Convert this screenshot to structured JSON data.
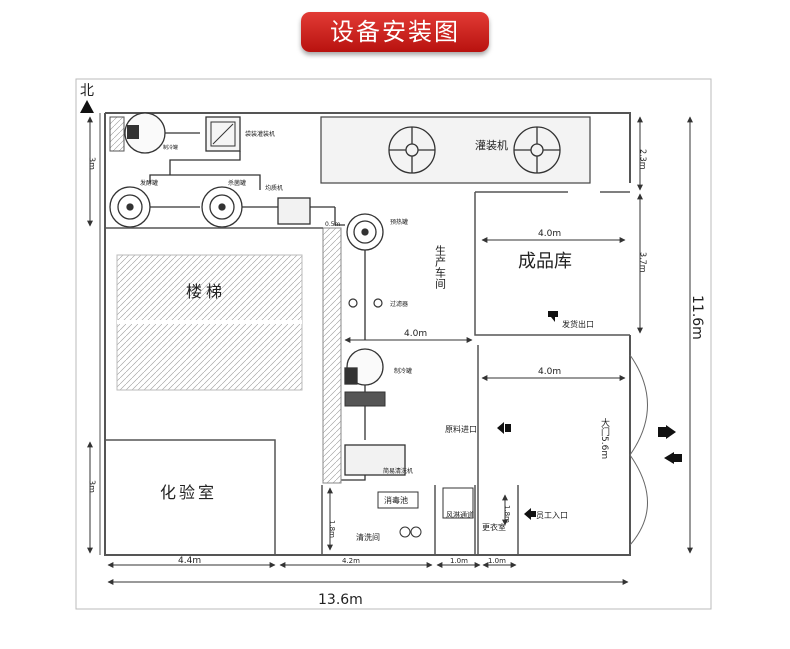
{
  "header": {
    "title": "设备安装图",
    "accent_color": "#d42521"
  },
  "compass": {
    "label": "北"
  },
  "rooms": {
    "stairs": "楼梯",
    "lab": "化验室",
    "finished_storage": "成品库",
    "workshop": "生产车间",
    "cleaning_room": "清洗间",
    "disinfection_pool": "消毒池",
    "air_shower": "风淋通道",
    "locker_room": "更衣室"
  },
  "equipment": {
    "filler_large": "灌装机",
    "bag_filler": "袋装灌装机",
    "cooling_tank_top": "制冷罐",
    "fermentation_tank": "发酵罐",
    "sterilization_tank": "杀菌罐",
    "homogenizer": "均质机",
    "preheat_tank": "预热罐",
    "filter": "过滤器",
    "cooling_tank": "制冷罐",
    "simple_cleaner": "简易清洗机"
  },
  "doors": {
    "shipping_exit": "发货出口",
    "raw_material_entry": "原料进口",
    "main_gate": "大门5.6m",
    "staff_entry": "员工入口"
  },
  "dimensions": {
    "left_top": "3m",
    "left_bottom": "3m",
    "right_top": "2.3m",
    "right_mid": "3.7m",
    "right_total": "11.6m",
    "finished_width": "4.0m",
    "workshop_mid": "4.0m",
    "right_lower": "4.0m",
    "pipe_gap": "0.5m",
    "pool_depth": "1.8m",
    "locker_depth": "1.8m",
    "bottom_lab": "4.4m",
    "bottom_cleaning": "4.2m",
    "bottom_air": "1.0m",
    "bottom_locker": "1.0m",
    "total_width": "13.6m"
  },
  "colors": {
    "line": "#333333",
    "wall": "#444444",
    "fill": "#f2f2f2"
  }
}
